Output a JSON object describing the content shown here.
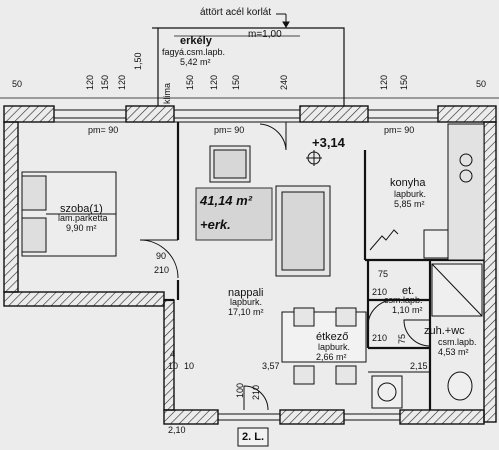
{
  "plan": {
    "railing_note": "áttört acél korlát",
    "balcony": {
      "name": "erkély",
      "finish": "fagyá.csm.lapb.",
      "area": "5,42 m²"
    },
    "balcony_width": "m=1,00",
    "klima_label": "klima",
    "window_height_1": "1,50",
    "level": "+3,14",
    "living_total": {
      "line1": "41,14 m²",
      "line2": "+erk."
    },
    "rooms": {
      "szoba": {
        "name": "szoba(1)",
        "finish": "lam.parketta",
        "area": "9,90 m²"
      },
      "konyha": {
        "name": "konyha",
        "finish": "lapburk.",
        "area": "5,85 m²"
      },
      "nappali": {
        "name": "nappali",
        "finish": "lapburk.",
        "area": "17,10 m²"
      },
      "etkezo": {
        "name": "étkező",
        "finish": "lapburk.",
        "area": "2,66 m²"
      },
      "et": {
        "name": "et.",
        "finish": "csm.lapb.",
        "area": "1,10 m²"
      },
      "zuh": {
        "name": "zuh.+wc",
        "finish": "csm.lapb.",
        "area": "4,53 m²"
      }
    },
    "dims": {
      "d50_left": "50",
      "d50_right": "50",
      "d120_a": "120",
      "d150_a": "150",
      "d120_b": "120",
      "d150_b": "150",
      "d240": "240",
      "d120_c": "120",
      "d150_c": "150",
      "d120_d": "120",
      "d150_d": "150",
      "pm_1": "pm= 90",
      "pm_2": "pm= 90",
      "pm_3": "pm= 90",
      "door_90": "90",
      "door_210": "210",
      "d75_a": "75",
      "d210_a": "210",
      "d75_b": "75",
      "d210_b": "210",
      "d3_57": "3,57",
      "d2_15": "2,15",
      "d2_10": "2,10",
      "d100": "100",
      "d210_c": "210",
      "d4": "4",
      "d10_a": "10",
      "d10_b": "10"
    },
    "unit_tag": "2. L."
  }
}
